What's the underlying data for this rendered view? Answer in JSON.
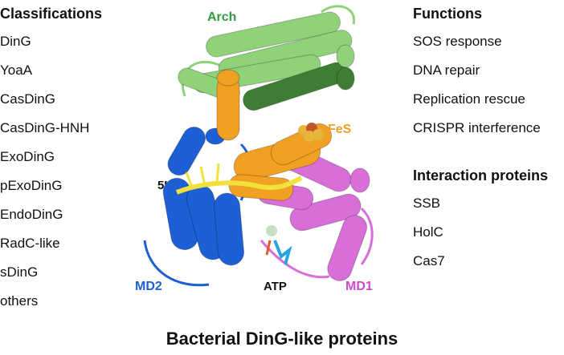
{
  "classifications": {
    "title": "Classifications",
    "items": [
      "DinG",
      "YoaA",
      "CasDinG",
      "CasDinG-HNH",
      "ExoDinG",
      "pExoDinG",
      "EndoDinG",
      "RadC-like",
      "sDinG",
      "others"
    ]
  },
  "functions": {
    "title": "Functions",
    "items": [
      "SOS response",
      "DNA repair",
      "Replication rescue",
      "CRISPR interference"
    ]
  },
  "interaction": {
    "title": "Interaction proteins",
    "items": [
      "SSB",
      "HolC",
      "Cas7"
    ]
  },
  "structure": {
    "labels": {
      "arch": "Arch",
      "fes": "FeS",
      "five_prime": "5′",
      "md2": "MD2",
      "atp": "ATP",
      "md1": "MD1"
    },
    "colors": {
      "arch": "#8fd27a",
      "arch_dark": "#3e7d34",
      "fes": "#f0a023",
      "md2": "#1d5fd4",
      "md1": "#d86fd9",
      "dna": "#f2e13a",
      "arch_label": "#2f9a3f",
      "fes_label": "#f0a023",
      "md2_label": "#1d5fd4",
      "md1_label": "#c94bcb"
    }
  },
  "caption": "Bacterial DinG-like proteins"
}
